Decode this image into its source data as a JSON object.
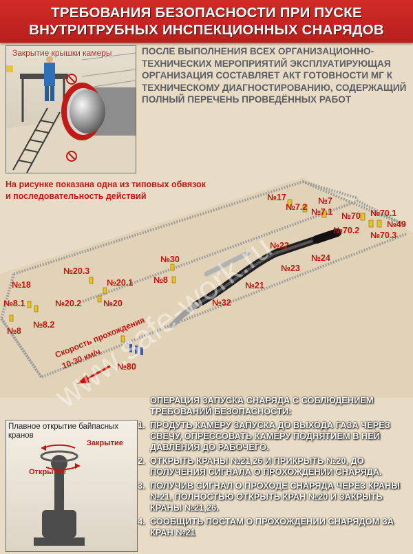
{
  "header": {
    "title_line1": "ТРЕБОВАНИЯ БЕЗОПАСНОСТИ ПРИ ПУСКЕ",
    "title_line2": "ВНУТРИТРУБНЫХ ИНСПЕКЦИОННЫХ СНАРЯДОВ"
  },
  "chamber_photo": {
    "caption": "Закрытие крышки камеры"
  },
  "intro": {
    "text": "ПОСЛЕ ВЫПОЛНЕНИЯ ВСЕХ ОРГАНИЗАЦИОННО-ТЕХНИЧЕСКИХ МЕРОПРИЯТИЙ ЭКСПЛУАТИРУЮЩАЯ ОРГАНИЗАЦИЯ СОСТАВЛЯЕТ АКТ ГОТОВНОСТИ МГ К ТЕХНИЧЕСКОМУ ДИАГНОСТИРОВАНИЮ, СОДЕРЖАЩИЙ ПОЛНЫЙ ПЕРЕЧЕНЬ ПРОВЕДЁННЫХ РАБОТ"
  },
  "diagram_note": "На рисунке показана одна из типовых обвязок и последовательность действий",
  "diagram": {
    "speed_line1": "Скорость прохождения",
    "speed_line2": "10-30 км/ч",
    "valves": [
      "№17",
      "№7.2",
      "№7",
      "№7.1",
      "№70",
      "№70.1",
      "№49",
      "№70.2",
      "№70.3",
      "№22",
      "№24",
      "№23",
      "№30",
      "№8",
      "№21",
      "№32",
      "№20.3",
      "№20.1",
      "№18",
      "№20.2",
      "№20",
      "№8.1",
      "№8.2",
      "№8",
      "№80"
    ]
  },
  "valve_panel": {
    "caption": "Плавное открытие байпасных кранов",
    "close_label": "Закрытие",
    "open_label": "Открытие"
  },
  "operations": {
    "heading": "ОПЕРАЦИЯ ЗАПУСКА СНАРЯДА С СОБЛЮДЕНИЕМ ТРЕБОВАНИЙ БЕЗОПАСНОСТИ:",
    "steps": [
      {
        "num": "1.",
        "text": "ПРОДУТЬ КАМЕРУ ЗАПУСКА ДО ВЫХОДА ГАЗА ЧЕРЕЗ СВЕЧУ, ОПРЕССОВАТЬ КАМЕРУ ПОДНЯТИЕМ В НЕЙ ДАВЛЕНИЯ ДО РАБОЧЕГО."
      },
      {
        "num": "2.",
        "text": "ОТКРЫТЬ КРАНЫ №21,26 И ПРИКРЫТЬ №20, ДО ПОЛУЧЕНИЯ СИГНАЛА О ПРОХОЖДЕНИИ СНАРЯДА."
      },
      {
        "num": "3.",
        "text": "ПОЛУЧИВ СИГНАЛ О ПРОХОДЕ СНАРЯДА ЧЕРЕЗ КРАНЫ №21, ПОЛНОСТЬЮ ОТКРЫТЬ КРАН №20 И ЗАКРЫТЬ КРАНЫ №21,26."
      },
      {
        "num": "4.",
        "text": "СООБЩИТЬ ПОСТАМ О ПРОХОЖДЕНИИ СНАРЯДОМ ЗА КРАН №21"
      }
    ]
  },
  "watermark": "www.safe-work.ru"
}
